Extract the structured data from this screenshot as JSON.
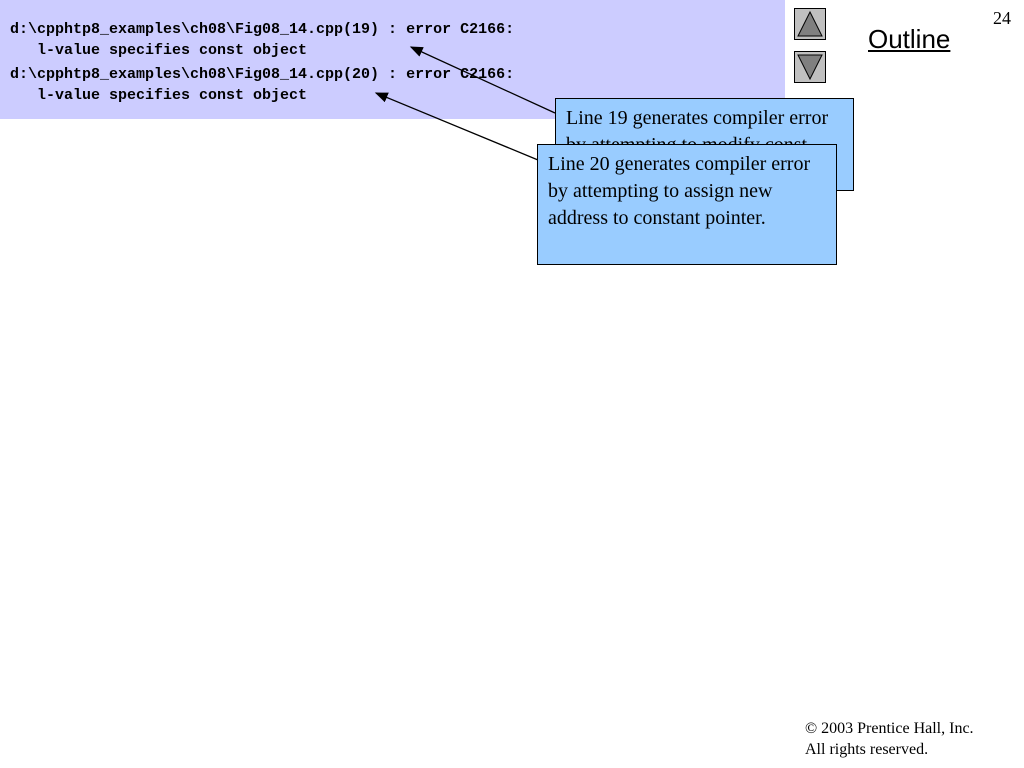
{
  "slide": {
    "number": "24",
    "outline_label": "Outline"
  },
  "navigation": {
    "up_icon": "triangle-up-icon",
    "down_icon": "triangle-down-icon"
  },
  "compiler_output": {
    "lines": [
      "d:\\cpphtp8_examples\\ch08\\Fig08_14.cpp(19) : error C2166:",
      "   l-value specifies const object",
      "d:\\cpphtp8_examples\\ch08\\Fig08_14.cpp(20) : error C2166:",
      "   l-value specifies const object"
    ]
  },
  "callouts": {
    "line19": "Line 19 generates compiler error by attempting to modify const object.",
    "line20": "Line 20 generates compiler error by attempting to assign new address to constant pointer."
  },
  "footer": {
    "copyright_line1": "© 2003 Prentice Hall, Inc.",
    "copyright_line2": "All rights reserved."
  },
  "colors": {
    "output_background": "#ccccff",
    "callout_background": "#99ccff",
    "nav_button": "#c0c0c0"
  }
}
